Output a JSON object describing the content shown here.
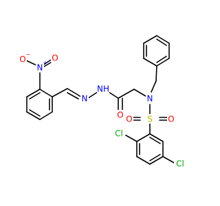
{
  "atoms": {
    "nitro_n": {
      "text": "N",
      "color": "#0000ff"
    },
    "nitro_n_charge": {
      "text": "+",
      "color": "#0000ff"
    },
    "nitro_o1": {
      "text": "O",
      "color": "#ff0000"
    },
    "nitro_o1_charge": {
      "text": "−",
      "color": "#ff0000"
    },
    "nitro_o2": {
      "text": "O",
      "color": "#ff0000"
    },
    "imine_n": {
      "text": "N",
      "color": "#0000ff"
    },
    "hydrazide_n": {
      "text": "N",
      "color": "#0000ff"
    },
    "hydrazide_h": {
      "text": "H",
      "color": "#0000ff"
    },
    "carbonyl_o": {
      "text": "O",
      "color": "#ff0000"
    },
    "amine_n": {
      "text": "N",
      "color": "#0000ff"
    },
    "sulfur": {
      "text": "S",
      "color": "#b8b800"
    },
    "sulfonyl_o_left": {
      "text": "O",
      "color": "#ff0000"
    },
    "sulfonyl_o_right": {
      "text": "O",
      "color": "#ff0000"
    },
    "chlorine_1": {
      "text": "Cl",
      "color": "#00aa00"
    },
    "chlorine_2": {
      "text": "Cl",
      "color": "#00aa00"
    }
  }
}
